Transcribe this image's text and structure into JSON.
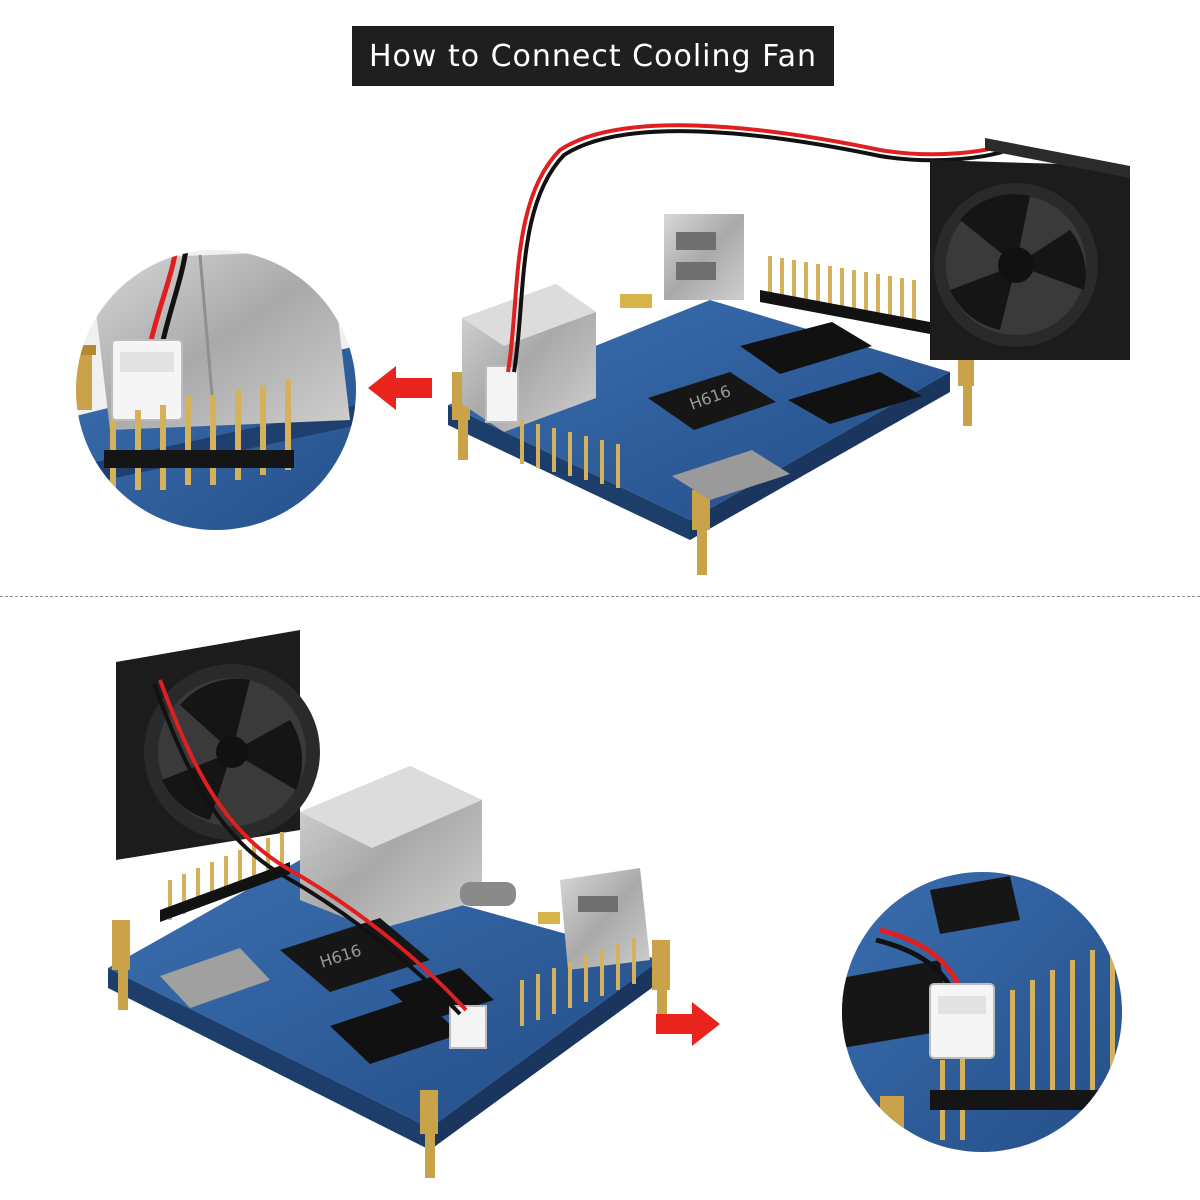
{
  "title": "How to Connect Cooling Fan",
  "chip_top": "H616",
  "chip_bottom": "H616",
  "colors": {
    "banner": "#1f1f1f",
    "board_blue": "#2f5f9e",
    "arrow_red": "#e8241c",
    "fan_black": "#1c1c1c",
    "brass": "#c9a24a",
    "metal": "#b9b9b9"
  },
  "icons": [
    "arrow-left-icon",
    "arrow-right-icon"
  ]
}
